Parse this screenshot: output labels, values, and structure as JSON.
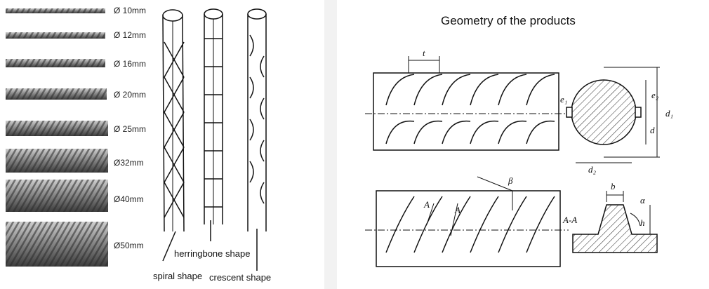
{
  "rebars": [
    {
      "label": "Ø 10mm"
    },
    {
      "label": "Ø 12mm"
    },
    {
      "label": "Ø 16mm"
    },
    {
      "label": "Ø 20mm"
    },
    {
      "label": "Ø 25mm"
    },
    {
      "label": "Ø32mm"
    },
    {
      "label": "Ø40mm"
    },
    {
      "label": "Ø50mm"
    }
  ],
  "shapes": {
    "spiral": "spiral shape",
    "herringbone": "herringbone shape",
    "crescent": "crescent shape"
  },
  "geometry": {
    "title": "Geometry of the products",
    "symbols": {
      "t": "t",
      "e1": "e₁",
      "e2": "e₂",
      "d": "d",
      "d1": "d₁",
      "d2": "d₂",
      "beta": "β",
      "A": "A",
      "section": "A-A",
      "b": "b",
      "alpha": "α",
      "h": "h"
    }
  }
}
